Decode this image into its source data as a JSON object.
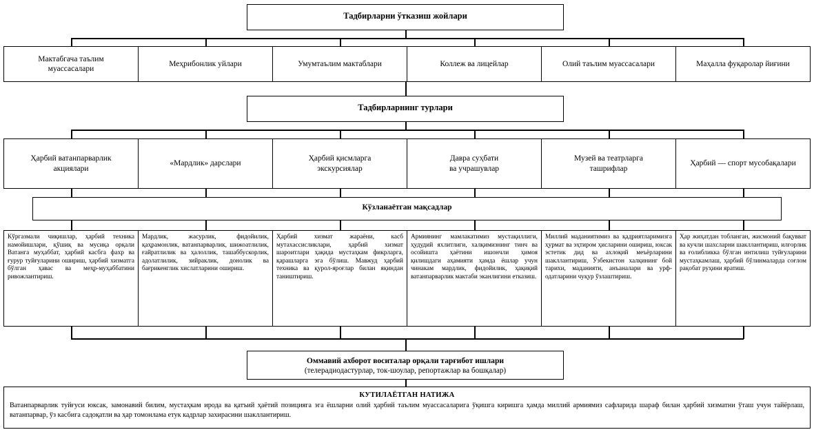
{
  "diagram": {
    "headers": {
      "venues": "Тадбирларни ўтказиш жойлари",
      "types": "Тадбирларнинг турлари",
      "goals": "Кўзланаётган мақсадлар"
    },
    "venues": [
      {
        "line1": "Мактабгача таълим",
        "line2": "муассасалари"
      },
      {
        "line1": "Меҳрибонлик уйлари",
        "line2": ""
      },
      {
        "line1": "Умумтаълим мактаблари",
        "line2": ""
      },
      {
        "line1": "Коллеж ва лицейлар",
        "line2": ""
      },
      {
        "line1": "Олий таълим муассасалари",
        "line2": ""
      },
      {
        "line1": "Маҳалла фуқаролар йиғини",
        "line2": ""
      }
    ],
    "types": [
      {
        "line1": "Ҳарбий ватанпарварлик",
        "line2": "акциялари"
      },
      {
        "line1": "«Мардлик» дарслари",
        "line2": ""
      },
      {
        "line1": "Ҳарбий қисмларга",
        "line2": "экскурсиялар"
      },
      {
        "line1": "Давра суҳбати",
        "line2": "ва учрашувлар"
      },
      {
        "line1": "Музей ва театрларга",
        "line2": "ташрифлар"
      },
      {
        "line1": "Ҳарбий — спорт мусобақалари",
        "line2": ""
      }
    ],
    "goals": [
      "Кўргазмали чиқишлар, ҳарбий техника намойишлари, қўшиқ ва мусиқа орқали Ватанга муҳаббат, ҳарбий касбга фахр ва ғурур туйғуларини ошириш, ҳарбий хизматга бўлган ҳавас ва меҳр-муҳаббатини ривожлантириш.",
      "Мардлик, жасурлик, фидойилик, қаҳрамонлик, ватанпарварлик, шижоатлилик, ғайратлилик ва ҳалоллик, ташаббускорлик, адолатлилик, зийраклик, донолик ва бағрикенглик хислатларини ошириш.",
      "Ҳарбий хизмат жараёни, касб мутахассисликлари, ҳарбий хизмат шароитлари ҳақида мустаҳкам фикрларга, қарашларга эга бўлиш. Мавжуд ҳарбий техника ва қурол-яроғлар билан яқиндан таништириш.",
      "Армиянинг мамлакатимиз мустақиллиги, ҳудудий яхлитлиги, халқимизнинг тинч ва осойишта ҳаётини ишончли ҳимоя қилишдаги аҳамияти ҳамда ёшлар учун чинакам мардлик, фидойилик, ҳақиқий ватанпарварлик мактаби эканлигини етказиш.",
      "Миллий маданиятимиз ва қадриятларимизга ҳурмат ва эҳтиром ҳисларини ошириш, юксак эстетик дид ва ахлоқий меъёрларини шакллантириш, Ўзбекистон халқининг бой тарихи, маданияти, анъаналари ва урф-одатларини чуқур ўзлаштириш.",
      "Ҳар жиҳатдан тобланган, жисмоний бақувват ва кучли шахсларни шакллантириш, илғорлик ва ғолибликка бўлган интилиш туйғуларини мустаҳкамлаш, ҳарбий бўлинмаларда соғлом рақобат руҳини яратиш."
    ],
    "media": {
      "line1": "Оммавий ахборот воситалар орқали тарғибот ишлари",
      "line2": "(телерадиодастурлар, ток-шоулар, репортажлар ва бошқалар)"
    },
    "result": {
      "title": "КУТИЛАЁТГАН НАТИЖА",
      "body": "Ватанпарварлик туйғуси юксак, замонавий билим, мустаҳкам ирода ва қатъий ҳаётий позицияга эга ёшларни олий ҳарбий таълим муассасаларига ўқишга киришга ҳамда миллий армиямиз сафларида шараф билан ҳарбий хизматни ўташ учун тайёрлаш, ватанпарвар, ўз касбига садоқатли ва ҳар томонлама етук кадрлар захирасини шакллантириш."
    },
    "colors": {
      "border": "#000000",
      "background": "#ffffff",
      "text": "#000000"
    }
  }
}
